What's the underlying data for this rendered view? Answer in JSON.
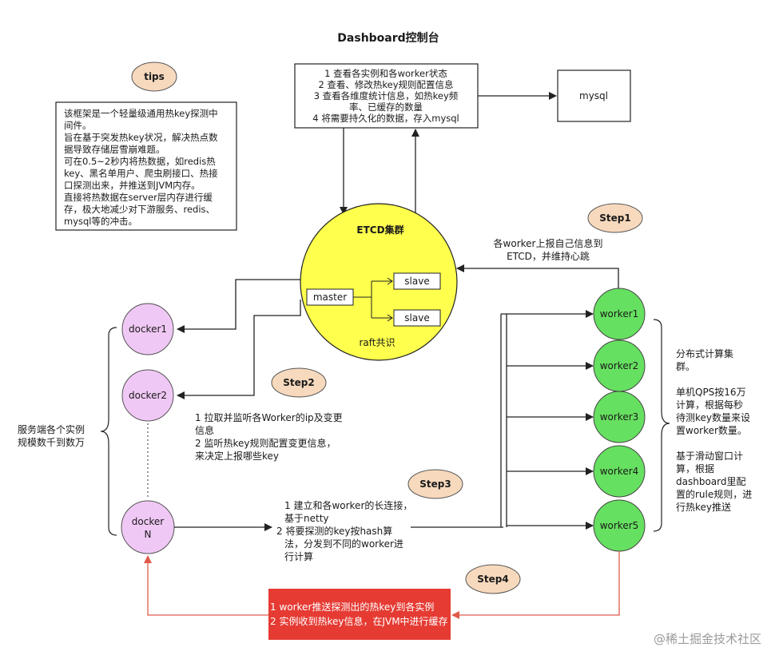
{
  "title": "Dashboard控制台",
  "tips": {
    "label": "tips",
    "lines": [
      "该框架是一个轻量级通用热key探测中",
      "间件。",
      "旨在基于突发热key状况，解决热点数",
      "据导致存储层雪崩难题。",
      "可在0.5~2秒内将热数据，如redis热",
      "key、黑名单用户、爬虫刷接口、热接",
      "口探测出来，并推送到JVM内存。",
      "直接将热数据在server层内存进行缓",
      "存，极大地减少对下游服务、redis、",
      "mysql等的冲击。"
    ]
  },
  "dashboard": {
    "lines": [
      "1 查看各实例和各worker状态",
      "2 查看、修改热key规则配置信息",
      "3 查看各维度统计信息，如热key频",
      "率、已缓存的数量",
      "4 将需要持久化的数据，存入mysql"
    ]
  },
  "mysql": "mysql",
  "etcd": {
    "title": "ETCD集群",
    "master": "master",
    "slave1": "slave",
    "slave2": "slave",
    "consensus": "raft共识"
  },
  "step1": {
    "label": "Step1",
    "lines": [
      "各worker上报自己信息到",
      "ETCD，并维持心跳"
    ]
  },
  "step2": {
    "label": "Step2",
    "lines": [
      "1  拉取并监听各Worker的ip及变更",
      "信息",
      "2 监听热key规则配置变更信息，",
      "来决定上报哪些key"
    ]
  },
  "step3": {
    "label": "Step3",
    "lines": [
      "1 建立和各worker的长连接，",
      "基于netty",
      "2 将要探测的key按hash算",
      "法，分发到不同的worker进",
      "行计算"
    ]
  },
  "step4": {
    "label": "Step4",
    "lines": [
      "1 worker推送探测出的热key到各实例",
      "2 实例收到热key信息，在JVM中进行缓存"
    ]
  },
  "dockers": {
    "docker1": "docker1",
    "docker2": "docker2",
    "dockerN_line1": "docker",
    "dockerN_line2": "N"
  },
  "server_label": [
    "服务端各个实例",
    "规模数千到数万"
  ],
  "workers": [
    "worker1",
    "worker2",
    "worker3",
    "worker4",
    "worker5"
  ],
  "worker_desc": [
    "分布式计算集",
    "群。",
    "",
    "单机QPS按16万",
    "计算，根据每秒",
    "待测key数量来设",
    "置worker数量。",
    "",
    "基于滑动窗口计",
    "算，根据",
    "dashboard里配",
    "置的rule规则，进",
    "行热key推送"
  ],
  "watermark": "@稀土掘金技术社区",
  "colors": {
    "etcd_fill": "#ffff4d",
    "docker_fill": "#f0c8f5",
    "worker_fill": "#66e060",
    "step_fill": "#f7d9bd",
    "red_box": "#e53b33",
    "red_line": "#e05a4c"
  }
}
